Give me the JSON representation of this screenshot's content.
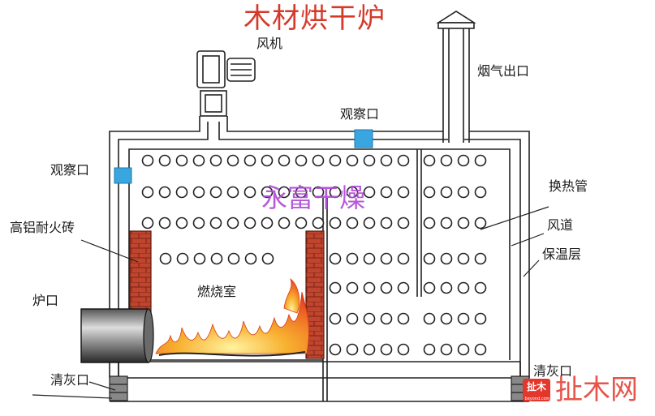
{
  "title": "木材烘干炉",
  "labels": {
    "fan": "风机",
    "chimney": "烟气出口",
    "window_top": "观察口",
    "window_left": "观察口",
    "brick": "高铝耐火砖",
    "furnace_door": "炉口",
    "ash_left": "清灰口",
    "ash_right": "清灰口",
    "combustion": "燃烧室",
    "heat_pipe": "换热管",
    "air_duct": "风道",
    "insulation": "保温层"
  },
  "watermark": "永富干燥",
  "brand": {
    "box_text": "扯木",
    "box_sub": "beyond.com",
    "text": "扯木网"
  },
  "colors": {
    "title": "#d43a2a",
    "window": "#3aa6e0",
    "brick": "#c0452e",
    "flame": "#f0882a",
    "watermark": "#b04ad6"
  }
}
